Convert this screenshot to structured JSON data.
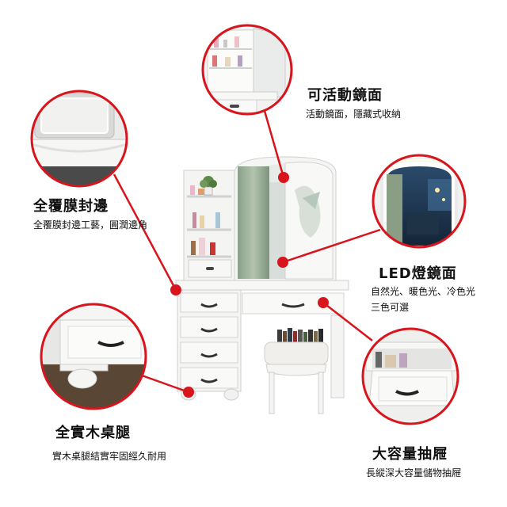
{
  "colors": {
    "accent": "#d8141c",
    "furniture": "#f3f3f1",
    "outline": "#c9c9c9",
    "text": "#111111"
  },
  "features": [
    {
      "key": "mirror",
      "title": "可活動鏡面",
      "desc": "活動鏡面，隱藏式收納"
    },
    {
      "key": "edge",
      "title": "全覆膜封邊",
      "desc": "全覆膜封邊工藝，圓潤邊角"
    },
    {
      "key": "led",
      "title": "LED燈鏡面",
      "desc": "自然光、暖色光、冷色光三色可選"
    },
    {
      "key": "legs",
      "title": "全實木桌腿",
      "desc": "實木桌腿結實牢固經久耐用"
    },
    {
      "key": "drawer",
      "title": "大容量抽屜",
      "desc": "長縱深大容量儲物抽屜"
    }
  ]
}
